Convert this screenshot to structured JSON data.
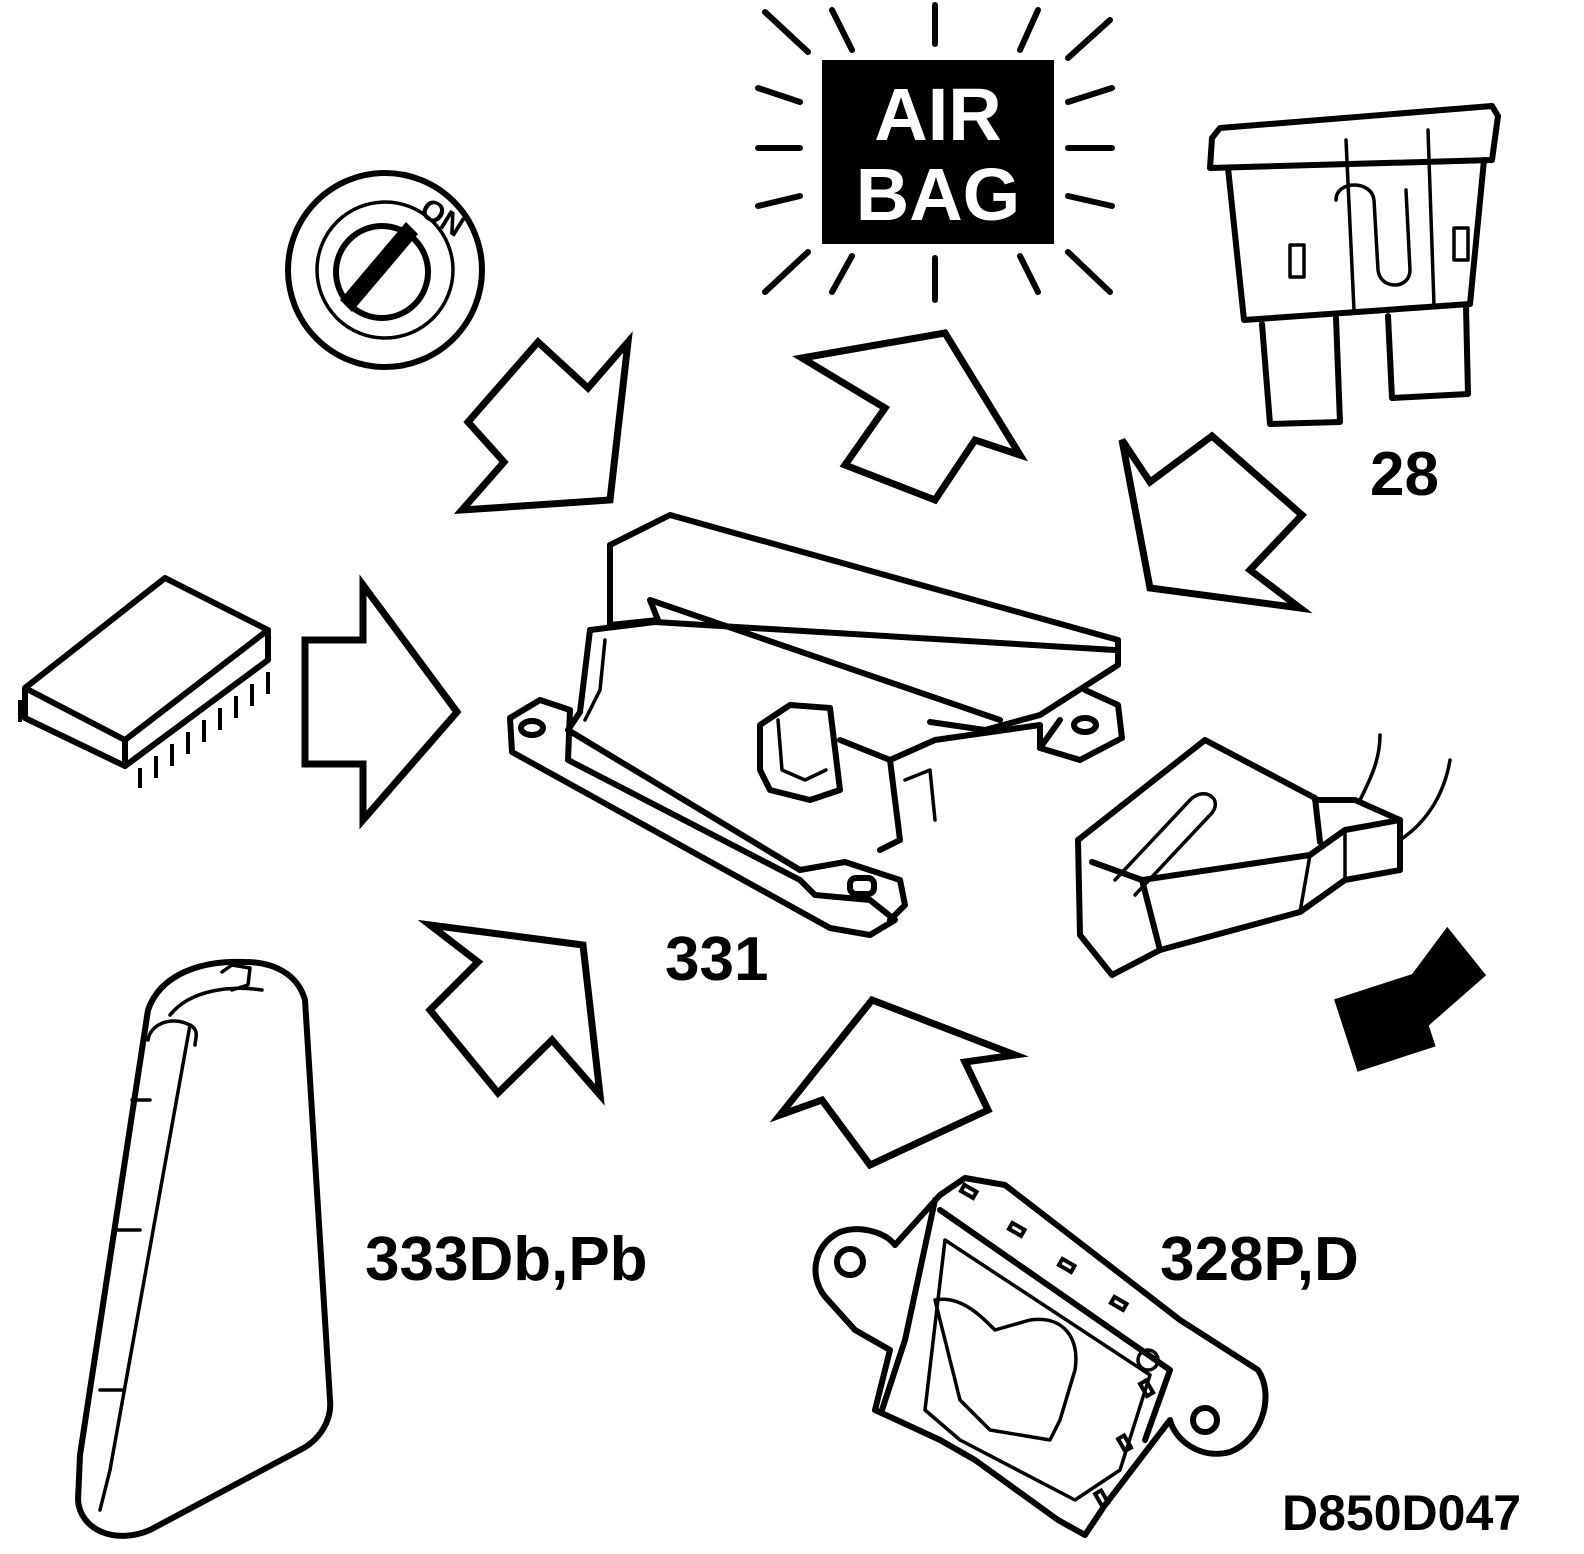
{
  "warning_lamp": {
    "line1": "AIR",
    "line2": "BAG"
  },
  "ignition_switch": {
    "on_text": "ON"
  },
  "labels": {
    "control_module": "331",
    "fuse": "28",
    "side_airbag": "333Db,Pb",
    "side_sensor": "328P,D",
    "drawing_id": "D850D047"
  },
  "colors": {
    "ink": "#000000",
    "paper": "#ffffff"
  }
}
